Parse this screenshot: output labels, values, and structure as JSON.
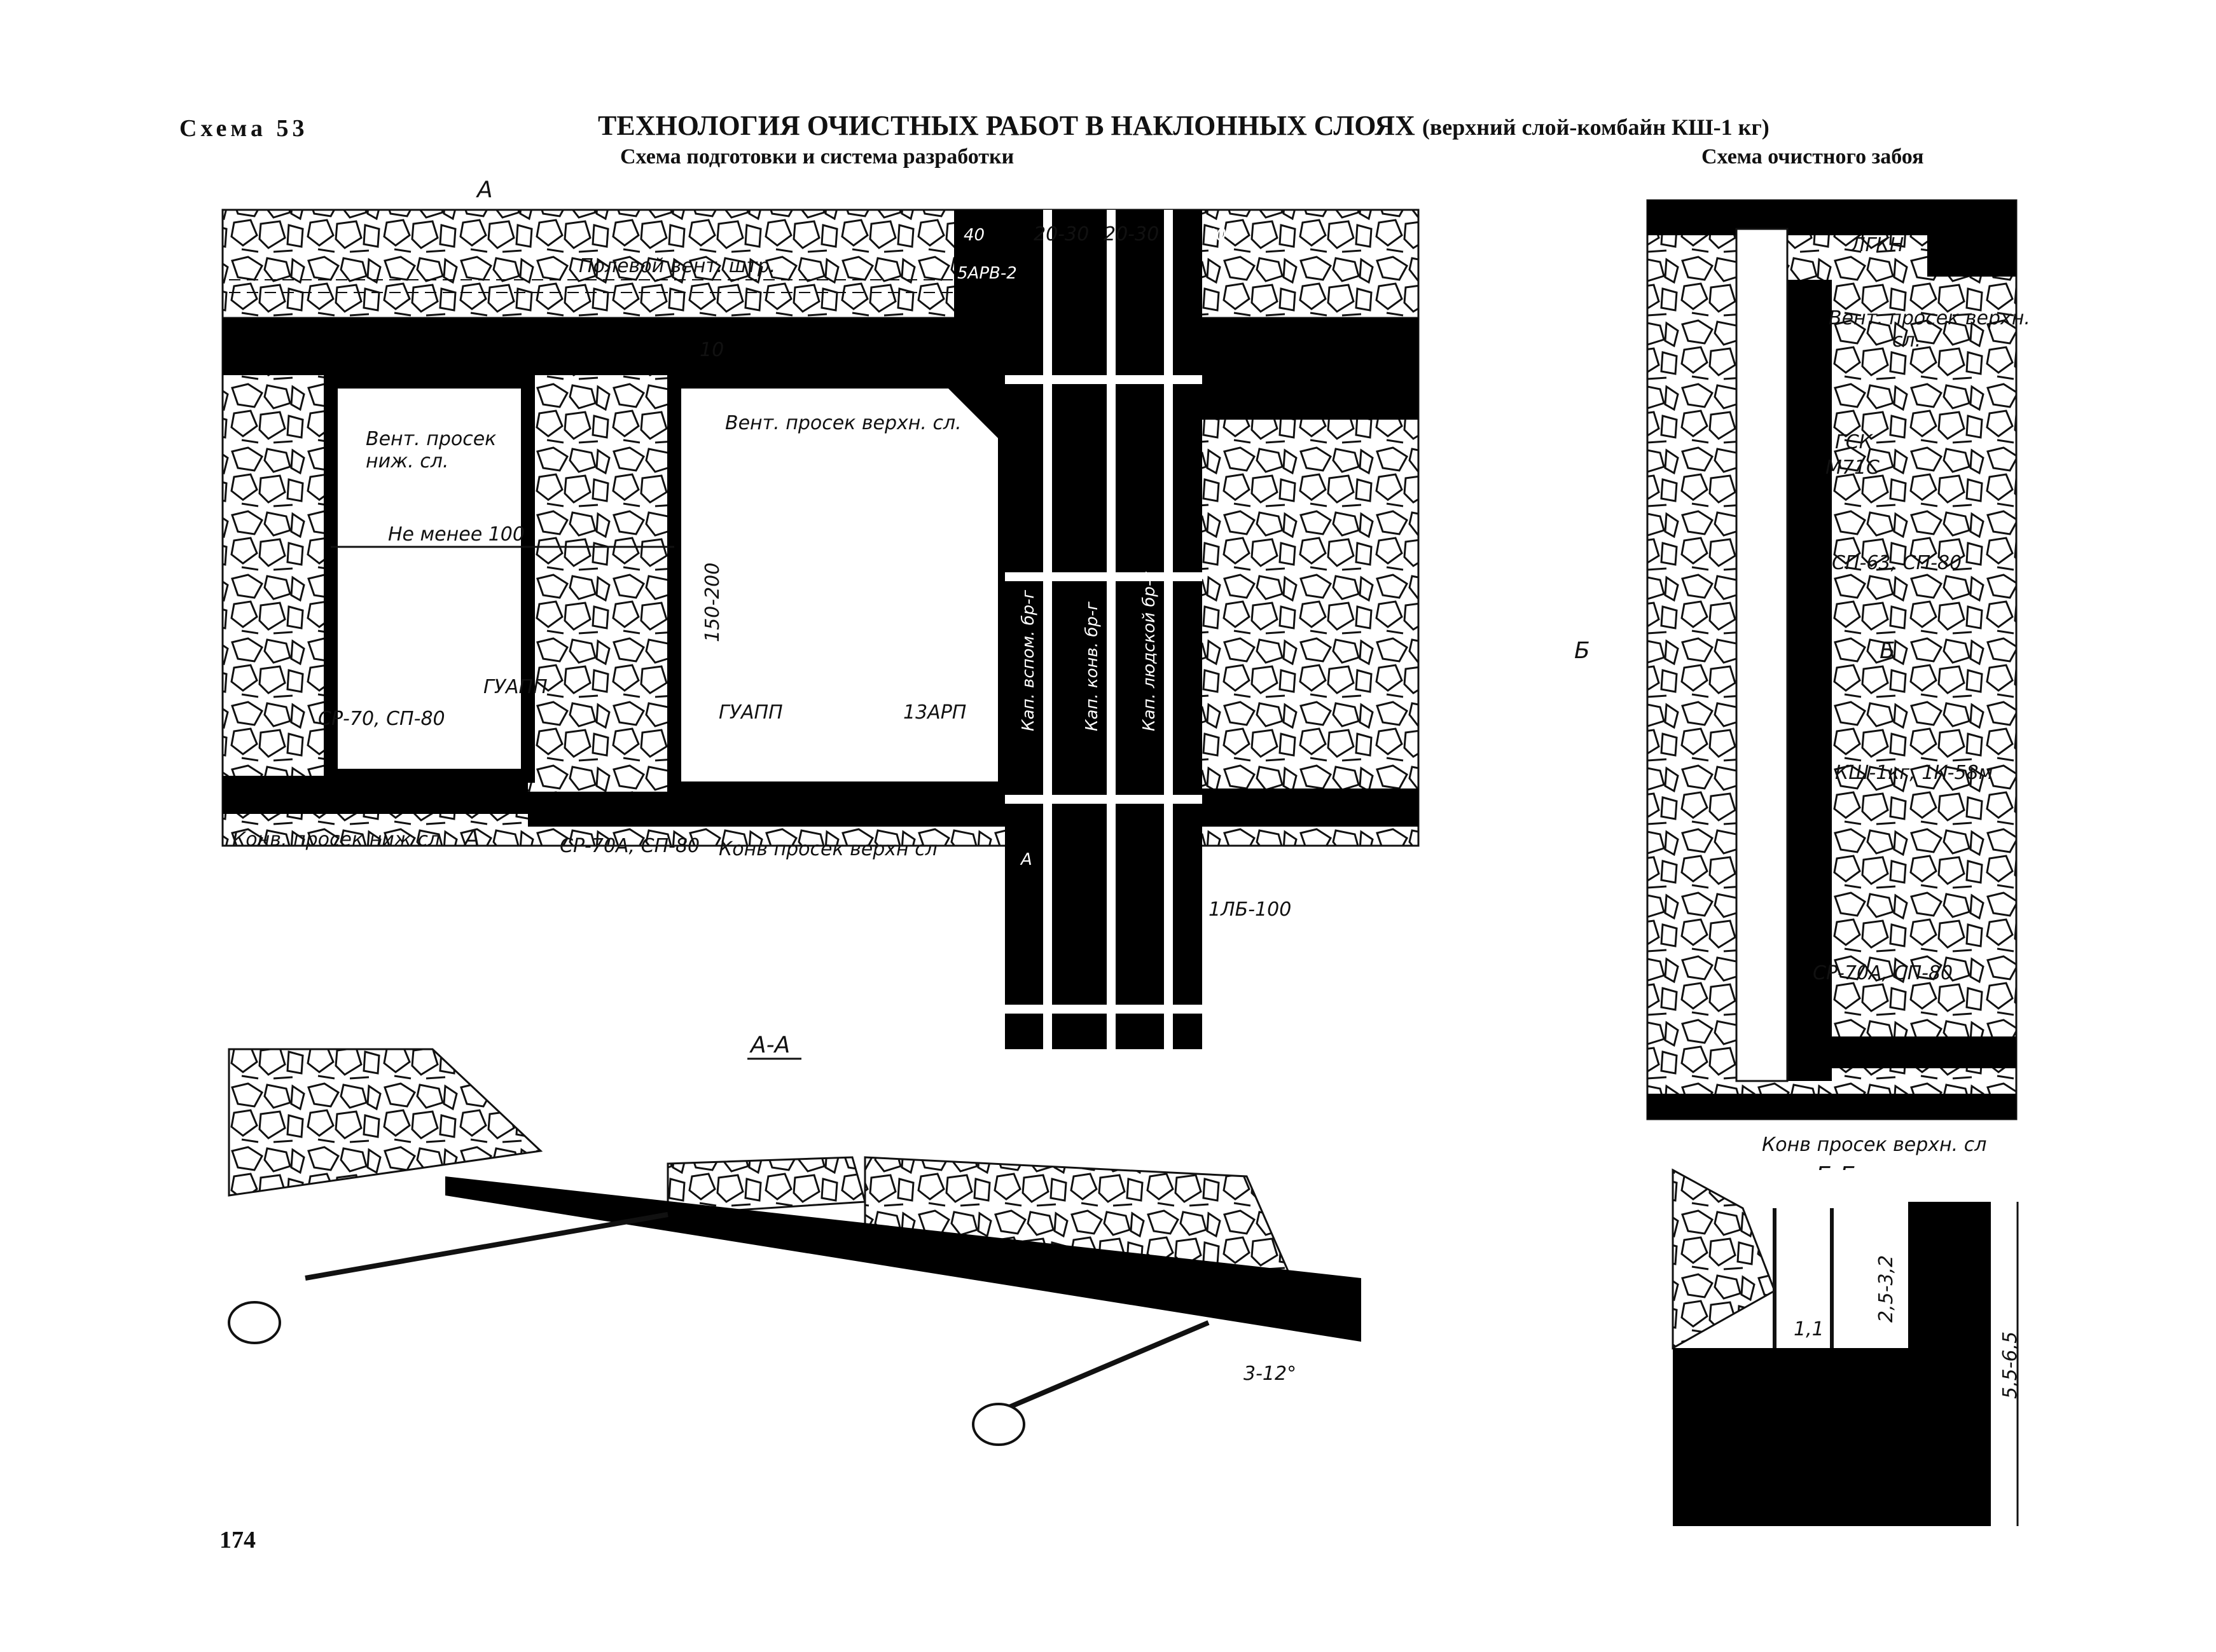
{
  "header": {
    "scheme_number": "Схема 53",
    "title_main": "ТЕХНОЛОГИЯ ОЧИСТНЫХ РАБОТ В НАКЛОННЫХ СЛОЯХ",
    "title_paren": "(верхний слой-комбайн КШ-1 кг)",
    "subtitle_left": "Схема подготовки и система разработки",
    "subtitle_right": "Схема очистного забоя"
  },
  "plan": {
    "labels": {
      "field_vent": "Полевой вент. штр.",
      "vent_lower": "Вент. просек",
      "vent_lower2": "ниж. сл.",
      "vent_upper": "Вент. просек верхн. сл.",
      "not_less": "Не менее 100",
      "distance": "150-200",
      "guapp_left": "ГУАПП",
      "guapp_mid": "ГУАПП",
      "sr70": "СР-70, СП-80",
      "arp13": "13АРП",
      "arv": "5АРВ-2",
      "conv_lower": "Конв. просек ниж сл",
      "sr70a": "СР-70А, СП-80",
      "conv_upper": "Конв просек верхн сл",
      "lb100": "1ЛБ-100",
      "kap_aux": "Кап. вспом. бр-г",
      "kap_conv": "Кап. конв. бр-г",
      "kap_people": "Кап. людской бр-г",
      "sec_a_top": "А",
      "sec_a_bottom": "А",
      "sec_a_mid": "А",
      "dim_40a": "40",
      "dim_2030a": "20-30",
      "dim_2030b": "20-30",
      "dim_40b": "40",
      "dim_10": "10"
    }
  },
  "section_aa": {
    "title": "А-А",
    "angle": "3-12°"
  },
  "face": {
    "labels": {
      "lgkn": "ЛГКН",
      "vent_upper_1": "Вент. просек верхн.",
      "vent_upper_2": "сл.",
      "gsk": "ГСК",
      "m71s": "М71С",
      "sp63": "СП-63, СП-80",
      "b_left": "Б",
      "b_right": "Б",
      "ksh": "КШ-1кг, 1К-58м",
      "sr70a": "СР-70А, СП-80",
      "conv_upper": "Конв просек верхн. сл"
    }
  },
  "section_bb": {
    "title": "Б-Б",
    "dim_height": "2,5-3,2",
    "dim_total": "5,5-6,5",
    "dim_width": "1,1"
  },
  "page": {
    "number": "174"
  }
}
